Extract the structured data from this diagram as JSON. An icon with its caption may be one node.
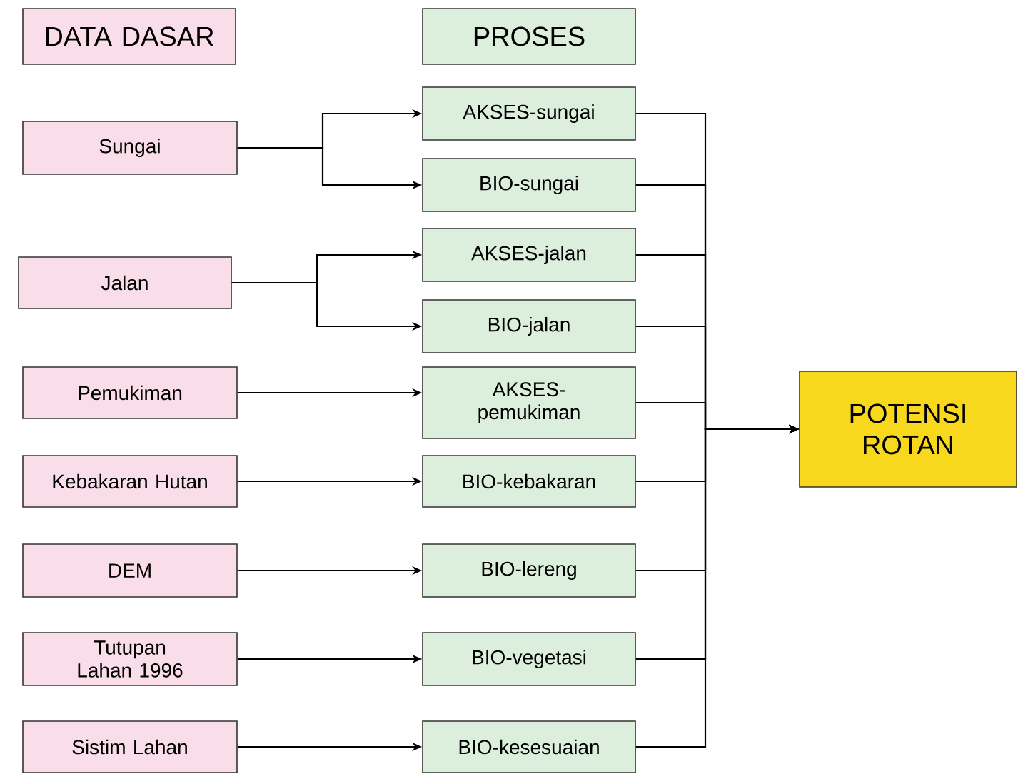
{
  "diagram": {
    "nodes": [
      {
        "text": [
          "DATA DASAR"
        ]
      },
      {
        "text": [
          "PROSES"
        ]
      },
      {
        "text": [
          "Sungai"
        ]
      },
      {
        "text": [
          "Jalan"
        ]
      },
      {
        "text": [
          "Pemukiman"
        ]
      },
      {
        "text": [
          "Kebakaran Hutan"
        ]
      },
      {
        "text": [
          "DEM"
        ]
      },
      {
        "text": [
          "Tutupan Lahan 1996"
        ]
      },
      {
        "text": [
          "Sistim Lahan"
        ]
      },
      {
        "text": [
          "AKSES-sungai"
        ]
      },
      {
        "text": [
          "BIO-sungai"
        ]
      },
      {
        "text": [
          "AKSES-jalan"
        ]
      },
      {
        "text": [
          "BIO-jalan"
        ]
      },
      {
        "text": [
          "AKSES-pemukiman"
        ]
      },
      {
        "text": [
          "BIO-kebakaran"
        ]
      },
      {
        "text": [
          "BIO-lereng"
        ]
      },
      {
        "text": [
          "BIO-vegetasi"
        ]
      },
      {
        "text": [
          "BIO-kesesuaian"
        ]
      },
      {
        "text": [
          "POTENSI ROTAN"
        ]
      }
    ],
    "edges": [
      {
        "from": 2,
        "to": 9,
        "arrow": "to"
      },
      {
        "from": 2,
        "to": 10,
        "arrow": "to"
      },
      {
        "from": 3,
        "to": 11,
        "arrow": "to"
      },
      {
        "from": 3,
        "to": 12,
        "arrow": "to"
      },
      {
        "from": 4,
        "to": 13,
        "arrow": "to"
      },
      {
        "from": 5,
        "to": 14,
        "arrow": "to"
      },
      {
        "from": 6,
        "to": 15,
        "arrow": "to"
      },
      {
        "from": 7,
        "to": 16,
        "arrow": "to"
      },
      {
        "from": 8,
        "to": 17,
        "arrow": "to"
      },
      {
        "from": 9,
        "to": 18,
        "arrow": "to"
      },
      {
        "from": 10,
        "to": 18,
        "arrow": "to"
      },
      {
        "from": 11,
        "to": 18,
        "arrow": "to"
      },
      {
        "from": 12,
        "to": 18,
        "arrow": "to"
      },
      {
        "from": 13,
        "to": 18,
        "arrow": "to"
      },
      {
        "from": 14,
        "to": 18,
        "arrow": "to"
      },
      {
        "from": 15,
        "to": 18,
        "arrow": "to"
      },
      {
        "from": 16,
        "to": 18,
        "arrow": "to"
      },
      {
        "from": 17,
        "to": 18,
        "arrow": "to"
      }
    ]
  }
}
